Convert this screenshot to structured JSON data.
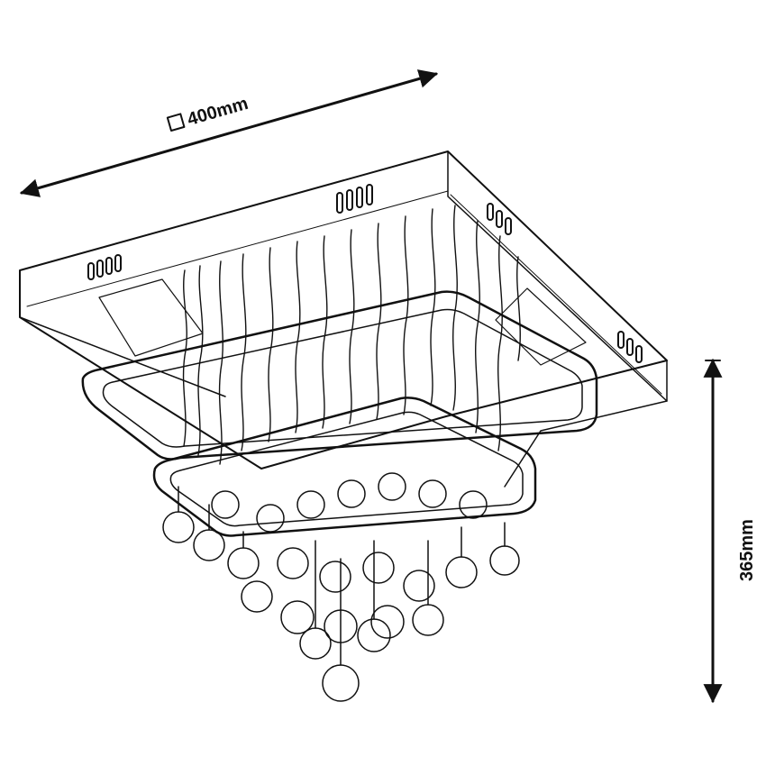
{
  "dimensions": {
    "width_label": "400mm",
    "height_label": "365mm",
    "width_symbol": "square"
  },
  "colors": {
    "ink": "#111111",
    "paper": "#ffffff"
  }
}
